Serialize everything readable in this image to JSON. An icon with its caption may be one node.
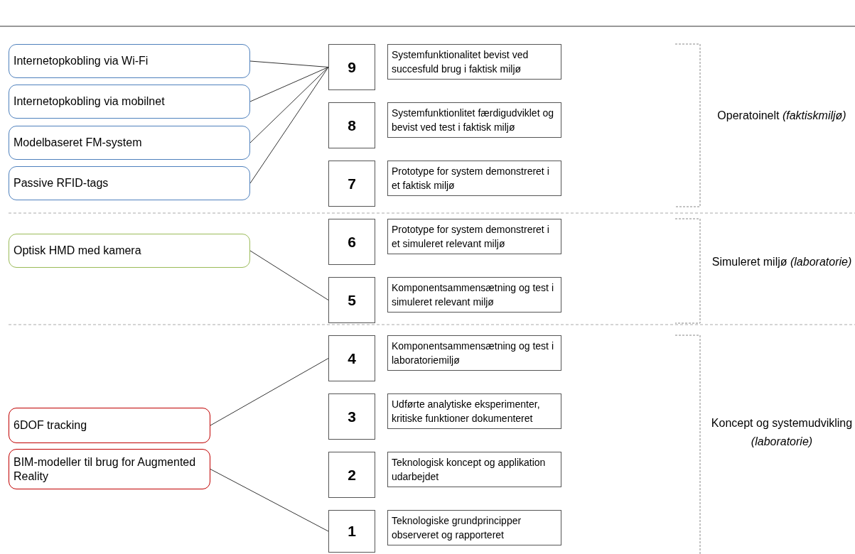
{
  "diagram": {
    "nodes": [
      {
        "text": [
          "Internetopkobling via Wi-Fi"
        ]
      },
      {
        "text": [
          "Internetopkobling via mobilnet"
        ]
      },
      {
        "text": [
          "Modelbaseret FM-system"
        ]
      },
      {
        "text": [
          "Passive RFID-tags"
        ]
      },
      {
        "text": [
          "Optisk HMD med kamera"
        ]
      },
      {
        "text": [
          "6DOF tracking"
        ]
      },
      {
        "text": [
          "BIM-modeller til brug for Augmented Reality"
        ]
      },
      {
        "text": [
          "9"
        ]
      },
      {
        "text": [
          "8"
        ]
      },
      {
        "text": [
          "7"
        ]
      },
      {
        "text": [
          "6"
        ]
      },
      {
        "text": [
          "5"
        ]
      },
      {
        "text": [
          "4"
        ]
      },
      {
        "text": [
          "3"
        ]
      },
      {
        "text": [
          "2"
        ]
      },
      {
        "text": [
          "1"
        ]
      },
      {
        "text": [
          "Systemfunktionalitet bevist ved succesfuld brug i faktisk miljø"
        ]
      },
      {
        "text": [
          "Systemfunktionlitet færdigudviklet og bevist ved test i faktisk miljø"
        ]
      },
      {
        "text": [
          "Prototype for system demonstreret i et faktisk miljø"
        ]
      },
      {
        "text": [
          "Prototype for system demonstreret i et simuleret relevant miljø"
        ]
      },
      {
        "text": [
          "Komponentsammensætning og test i simuleret relevant miljø"
        ]
      },
      {
        "text": [
          "Komponentsammensætning og test i laboratoriemiljø"
        ]
      },
      {
        "text": [
          "Udførte analytiske eksperimenter, kritiske funktioner dokumenteret"
        ]
      },
      {
        "text": [
          "Teknologisk koncept og applikation udarbejdet"
        ]
      },
      {
        "text": [
          "Teknologiske grundprincipper observeret og rapporteret"
        ]
      }
    ],
    "edges": [
      {
        "from": 0,
        "to": 7,
        "arrow": "none"
      },
      {
        "from": 1,
        "to": 7,
        "arrow": "none"
      },
      {
        "from": 2,
        "to": 7,
        "arrow": "none"
      },
      {
        "from": 3,
        "to": 7,
        "arrow": "none"
      },
      {
        "from": 4,
        "to": 11,
        "arrow": "none"
      },
      {
        "from": 5,
        "to": 12,
        "arrow": "none"
      },
      {
        "from": 6,
        "to": 15,
        "arrow": "none"
      }
    ],
    "labels": [
      "Operatoinelt *(faktiskmiljø)*",
      "Simuleret miljø *(laboratorie)*",
      "Koncept og systemudvikling *(laboratorie)*"
    ]
  }
}
